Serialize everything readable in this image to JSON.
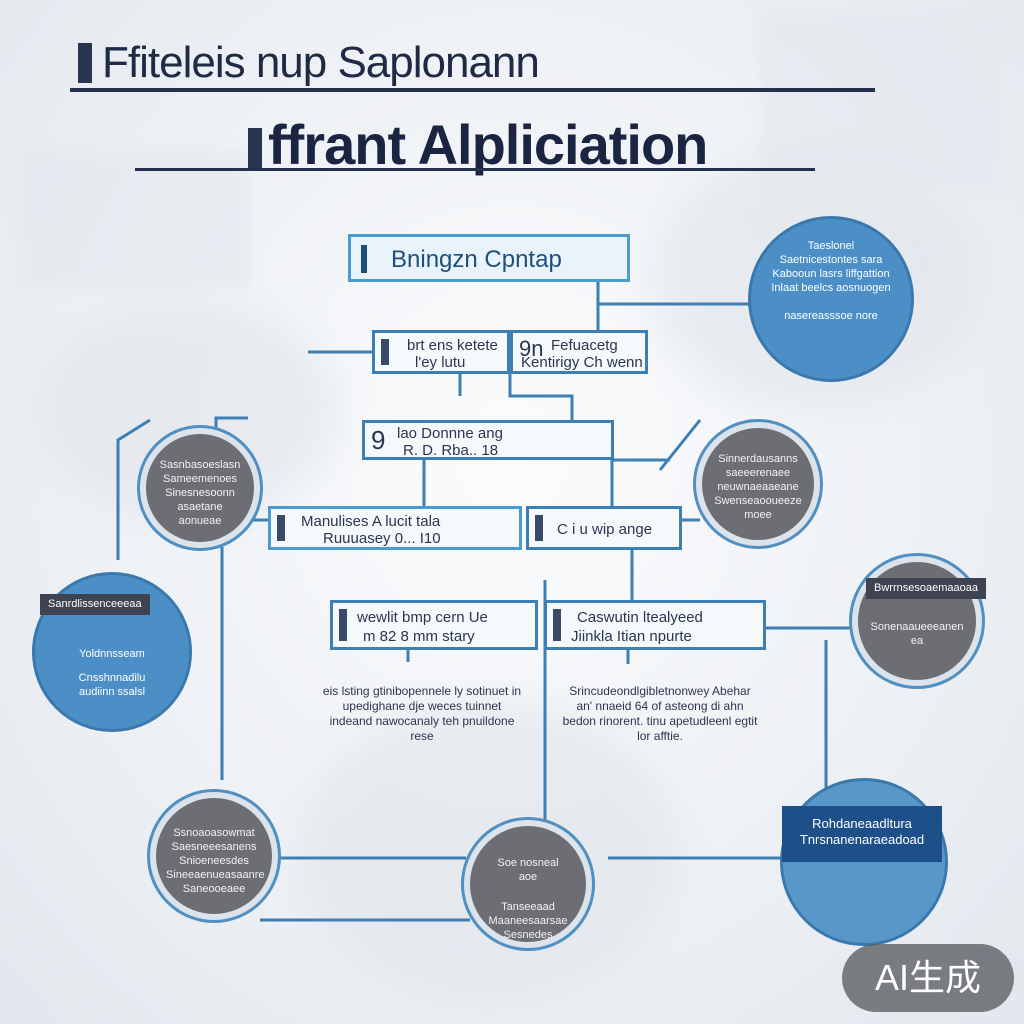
{
  "header": {
    "title_line1": "Ffiteleis  nup Saplonann",
    "title_line2": "ffrant Alpliciation"
  },
  "top_box": {
    "label": "Bningzn Cpntap"
  },
  "boxes": {
    "row1_left": [
      "brt ens ketete",
      "l'ey  lutu"
    ],
    "row1_right_prefix": "9n",
    "row1_right": [
      "Fefuacetg",
      "Kentirigy Ch wenn"
    ],
    "row2_prefix": "9",
    "row2": [
      "lao    Donnne   ang",
      "R. D. Rba.. 18"
    ],
    "row3_left": [
      "Manulises     A lucit  tala",
      "Ruuuasey 0...  I10"
    ],
    "row3_right": [
      "C  i  u wip ange"
    ],
    "row4_left": [
      "wewlit  bmp cern  Ue",
      "m  82 8 mm  stary"
    ],
    "row4_right": [
      "Caswutin ltealyeed",
      "Jiinkla Itian npurte"
    ]
  },
  "descriptions": {
    "left": "eis lsting gtinibopennele ly sotinuet in upedighane dje weces tuinnet indeand nawocanaly teh pnuildone rese",
    "right": "Srincudeondlgibletnonwey Abehar an' nnaeid 64 of asteong di ahn bedon rinorent. tinu apetudleenl egtit lor afftie."
  },
  "circles": {
    "top_right": [
      "Taeslonel",
      "Saetnicestontes sara",
      "Kabooun lasrs liffgattion",
      "Inlaat beelcs aosnuogen",
      "",
      "nasereasssoe nore"
    ],
    "mid_left": [
      "Sasnbasoeslasn",
      "Sameemenoes",
      "Sinesnesoonn",
      "asaetane",
      "aonueae"
    ],
    "mid_right": [
      "Sinnerdausanns",
      "saeeerenaee",
      "neuwnaeaaeane",
      "Swenseaooueeze",
      "moee"
    ],
    "left_blue_chip": "Sanrdlissenceeeaa",
    "left_blue": [
      "Yoldnnsseam",
      "",
      "Cnsshnnadilu",
      "audiinn ssalsl"
    ],
    "right_gray_chip": "Bwrrnsesoaemaaoaa",
    "right_gray": [
      "Sonenaaueeeanen",
      "ea"
    ],
    "bottom_left": [
      "Ssnoaoasowmat",
      "Saesneeesanens",
      "Snioeneesdes",
      "Sineeaenueasaanre",
      "Saneooeaee"
    ],
    "bottom_center_top": [
      "Soe nosneal",
      "aoe"
    ],
    "bottom_center_bottom": [
      "Tanseeaad",
      "Maaneesaarsae",
      "Sesnedes"
    ],
    "bottom_right_banner": [
      "Rohdaneaadltura",
      "Tnrsnanenaraeadoad"
    ]
  },
  "watermark": "AI生成",
  "colors": {
    "accent_blue": "#4b8fc6",
    "line_blue": "#3d7fb3",
    "dark_navy": "#1f2a44",
    "circle_gray": "#6c6e73"
  }
}
